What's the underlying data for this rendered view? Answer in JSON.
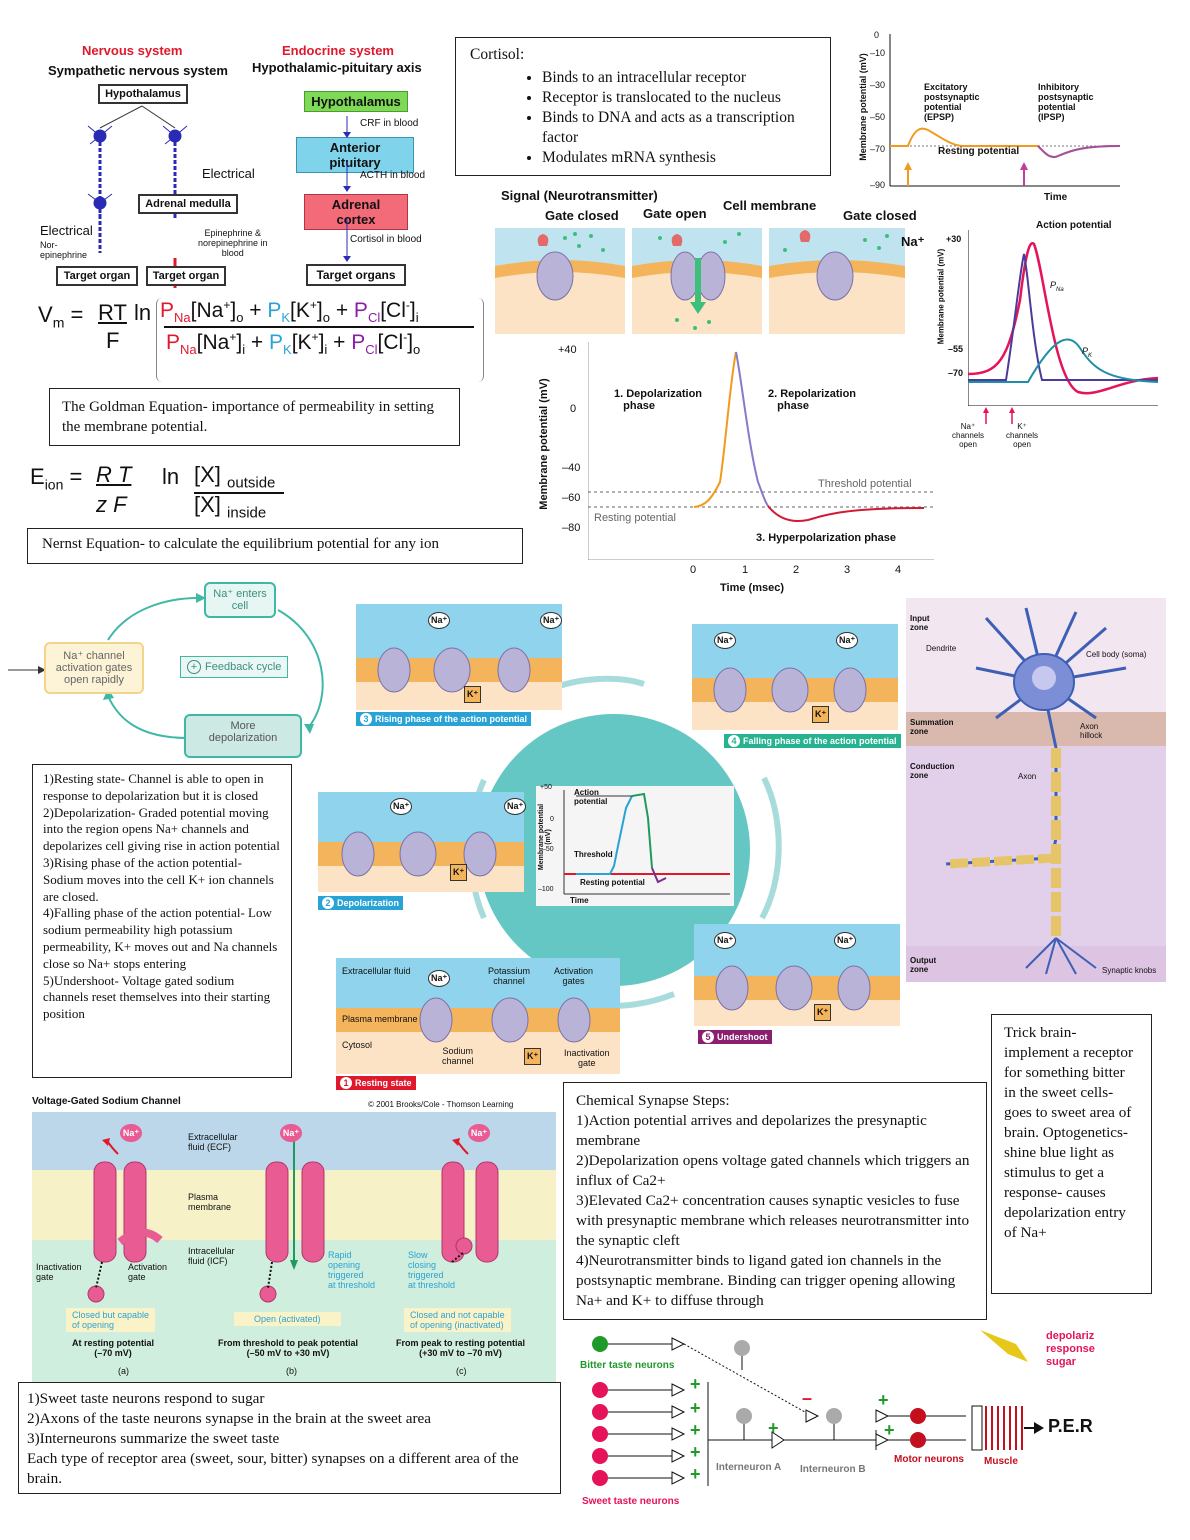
{
  "nervous": {
    "title": "Nervous system",
    "subtitle": "Sympathetic nervous system",
    "hypothalamus": "Hypothalamus",
    "electrical_right": "Electrical",
    "adrenal_medulla": "Adrenal medulla",
    "electrical_left": "Electrical",
    "nor_label": "Nor-\nepinephrine",
    "epi_label": "Epinephrine &\nnorepinephrine in\nblood",
    "target_organ_1": "Target organ",
    "target_organ_2": "Target organ"
  },
  "endocrine": {
    "title": "Endocrine system",
    "subtitle": "Hypothalamic-pituitary axis",
    "hypothalamus": "Hypothalamus",
    "crf": "CRF in blood",
    "anterior_pituitary": "Anterior pituitary",
    "acth": "ACTH in blood",
    "adrenal_cortex": "Adrenal cortex",
    "cortisol_blood": "Cortisol in blood",
    "target_organs": "Target organs"
  },
  "cortisol": {
    "title": "Cortisol:",
    "items": [
      "Binds to an intracellular receptor",
      "Receptor is translocated to the nucleus",
      "Binds to DNA and acts as a transcription factor",
      "Modulates mRNA synthesis"
    ]
  },
  "psp_chart": {
    "ylabel": "Membrane potential (mV)",
    "xlabel": "Time",
    "ticks": [
      "0",
      "–10",
      "–30",
      "–50",
      "–70",
      "–90"
    ],
    "epsp": "Excitatory\npostsynaptic\npotential\n(EPSP)",
    "ipsp": "Inhibitory\npostsynaptic\npotential\n(IPSP)",
    "resting": "Resting potential"
  },
  "ligand_gate": {
    "signal": "Signal (Neurotransmitter)",
    "gate_closed_1": "Gate closed",
    "gate_open": "Gate open",
    "cell_membrane": "Cell membrane",
    "gate_closed_2": "Gate closed",
    "na": "Na⁺"
  },
  "ap_perm_chart": {
    "ylabel": "Membrane potential (mV)",
    "title": "Action potential",
    "ticks": [
      "+30",
      "–55",
      "–70"
    ],
    "pna": "P",
    "pna_sub": "Na",
    "pk": "P",
    "pk_sub": "K",
    "na_open": "Na⁺\nchannels\nopen",
    "k_open": "K⁺\nchannels\nopen"
  },
  "goldman": {
    "vm": "V",
    "vm_sub": "m",
    "rt": "RT",
    "f": "F",
    "ln": "ln",
    "caption": "The Goldman Equation- importance of permeability in setting the membrane potential."
  },
  "nernst": {
    "e": "E",
    "e_sub": "ion",
    "rt": "R T",
    "zf": "z F",
    "ln": "ln",
    "x_out": "[X]",
    "outside": "outside",
    "x_in": "[X]",
    "inside": "inside",
    "caption": "Nernst Equation- to calculate the equilibrium potential for any ion"
  },
  "ap_chart": {
    "ylabel": "Membrane potential (mV)",
    "xlabel": "Time (msec)",
    "yticks": [
      "+40",
      "0",
      "–40",
      "–60",
      "–80"
    ],
    "xticks": [
      "0",
      "1",
      "2",
      "3",
      "4"
    ],
    "depol": "1. Depolarization\n   phase",
    "repol": "2. Repolarization\n   phase",
    "hyper": "3. Hyperpolarization phase",
    "threshold": "Threshold potential",
    "resting": "Resting potential"
  },
  "feedback": {
    "na_enters": "Na⁺ enters\ncell",
    "activation": "Na⁺ channel\nactivation gates\nopen rapidly",
    "cycle": "Feedback cycle",
    "more_depol": "More\ndepolarization"
  },
  "ap_stages": {
    "rising": "Rising phase of the action potential",
    "falling": "Falling phase of the action potential",
    "depolarization": "Depolarization",
    "undershoot": "Undershoot",
    "resting": "Resting state",
    "extracellular": "Extracellular fluid",
    "potassium": "Potassium\nchannel",
    "activation_gates": "Activation\ngates",
    "plasma": "Plasma membrane",
    "cytosol": "Cytosol",
    "sodium": "Sodium\nchannel",
    "inactivation": "Inactivation\ngate",
    "na": "Na⁺",
    "k": "K⁺"
  },
  "center_chart": {
    "ylabel": "Membrane potential\n(mV)",
    "xlabel": "Time",
    "yticks": [
      "+50",
      "0",
      "–50",
      "–100"
    ],
    "action": "Action\npotential",
    "threshold": "Threshold",
    "resting": "Resting potential"
  },
  "stages_text": "1)Resting state- Channel is able to open in response to depolarization but it is closed\n2)Depolarization- Graded potential moving into the region opens Na+ channels and depolarizes cell giving rise in action potential\n3)Rising phase of the action potential- Sodium moves into the cell K+ ion channels are closed.\n4)Falling phase of the action potential- Low sodium permeability high potassium permeability, K+ moves out and Na channels close so Na+ stops entering\n5)Undershoot- Voltage gated sodium channels reset themselves into their starting position",
  "neuron": {
    "input_zone": "Input\nzone",
    "dendrite": "Dendrite",
    "cell_body": "Cell body (soma)",
    "summation": "Summation\nzone",
    "axon_hillock": "Axon\nhillock",
    "conduction": "Conduction\nzone",
    "axon": "Axon",
    "output": "Output\nzone",
    "synaptic": "Synaptic knobs"
  },
  "vgsc": {
    "title": "Voltage-Gated Sodium Channel",
    "copyright": "© 2001 Brooks/Cole - Thomson Learning",
    "ecf": "Extracellular\nfluid (ECF)",
    "plasma": "Plasma\nmembrane",
    "icf": "Intracellular\nfluid (ICF)",
    "inactivation": "Inactivation\ngate",
    "activation": "Activation\ngate",
    "rapid": "Rapid\nopening\ntriggered\nat threshold",
    "slow": "Slow\nclosing\ntriggered\nat threshold",
    "state_a": "Closed but capable\nof opening",
    "state_b": "Open (activated)",
    "state_c": "Closed and not capable\nof opening (inactivated)",
    "cap_a": "At resting potential\n(–70 mV)",
    "cap_b": "From threshold to peak potential\n(–50 mV to +30 mV)",
    "cap_c": "From peak to resting potential\n(+30 mV to –70 mV)",
    "a": "(a)",
    "b": "(b)",
    "c": "(c)",
    "na": "Na⁺"
  },
  "chemical": {
    "title": "Chemical Synapse Steps:",
    "body": "1)Action potential arrives and depolarizes the presynaptic membrane\n2)Depolarization opens voltage gated channels which triggers an influx of Ca2+\n3)Elevated Ca2+ concentration causes synaptic vesicles to fuse with presynaptic membrane which releases neurotransmitter into the synaptic cleft\n4)Neurotransmitter binds to ligand gated ion channels in the postsynaptic membrane. Binding can trigger opening allowing Na+ and K+ to diffuse through"
  },
  "trick": {
    "body": "Trick brain- implement a receptor for something bitter in the sweet cells- goes to sweet area of brain. Optogenetics- shine blue light as stimulus to get a response- causes depolarization entry of Na+"
  },
  "sweet": {
    "body": "1)Sweet taste neurons respond to sugar\n2)Axons of the taste neurons synapse in the brain at the sweet area\n3)Interneurons summarize the sweet taste\nEach type of receptor area (sweet, sour, bitter) synapses on a different area of the brain."
  },
  "taste_circuit": {
    "bitter": "Bitter taste neurons",
    "sweet": "Sweet taste neurons",
    "interneuron_a": "Interneuron A",
    "interneuron_b": "Interneuron B",
    "motor": "Motor neurons",
    "muscle": "Muscle",
    "per": "P.E.R",
    "depol": "depolariz\nresponse\nsugar",
    "plus": "+",
    "minus": "–"
  },
  "colors": {
    "red": "#e0182b",
    "green_box": "#7ed957",
    "blue_box": "#7fd3ea",
    "pink_box": "#f36b79",
    "teal": "#3fb8a6",
    "channel": "#b9b3d8",
    "membrane": "#f4b45b",
    "ecf": "#8fd4ec",
    "pink_channel": "#e85b93"
  }
}
